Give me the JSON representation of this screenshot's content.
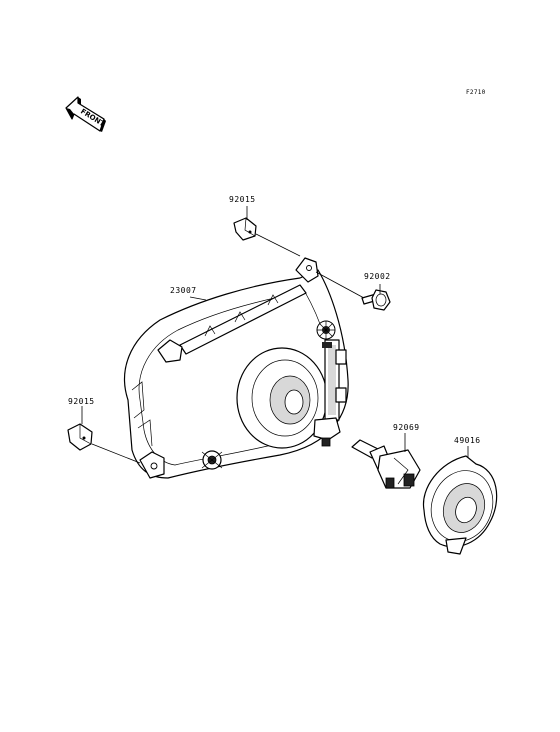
{
  "figure_code": "F2710",
  "front_arrow": {
    "text": "FRONT"
  },
  "parts": [
    {
      "id": "headlight-assembly",
      "number": "23007"
    },
    {
      "id": "clip-upper",
      "number": "92015"
    },
    {
      "id": "clip-lower",
      "number": "92015"
    },
    {
      "id": "bolt",
      "number": "92002"
    },
    {
      "id": "bulb",
      "number": "92069"
    },
    {
      "id": "dust-cover",
      "number": "49016"
    }
  ]
}
